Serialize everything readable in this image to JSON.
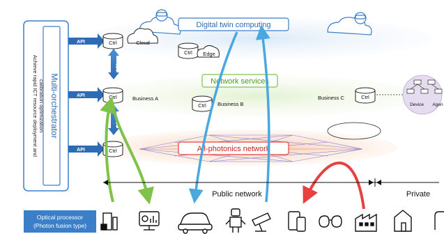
{
  "orchestrator": {
    "title": "Multi-orchestrator",
    "subtitle_line1": "Achieve rapid ICT resource deployment and",
    "subtitle_line2": "calibration optimization"
  },
  "api_label": "API",
  "ctrl_label": "Ctrl",
  "layers": {
    "digital_twin": "Digital twin computing",
    "network_services": "Network services",
    "all_photonics": "All-photonics network"
  },
  "nodes": {
    "cloud": "Cloud",
    "edge": "Edge",
    "business_a": "Business A",
    "business_b": "Business B",
    "business_c": "Business C",
    "device": "Device",
    "agent": "Agen"
  },
  "networks": {
    "public": "Public network",
    "private": "Private"
  },
  "optical_processor": {
    "line1": "Optical processor",
    "line2": "(Photon fusion type)"
  },
  "colors": {
    "blue_accent": "#3a7fc8",
    "sky_arrow": "#4aa8e0",
    "green_arrow": "#7fc24a",
    "red_arrow": "#e84040",
    "photonic_band": "#f7c8a6",
    "service_band": "#dcefc6",
    "twin_band": "#c9def2"
  }
}
